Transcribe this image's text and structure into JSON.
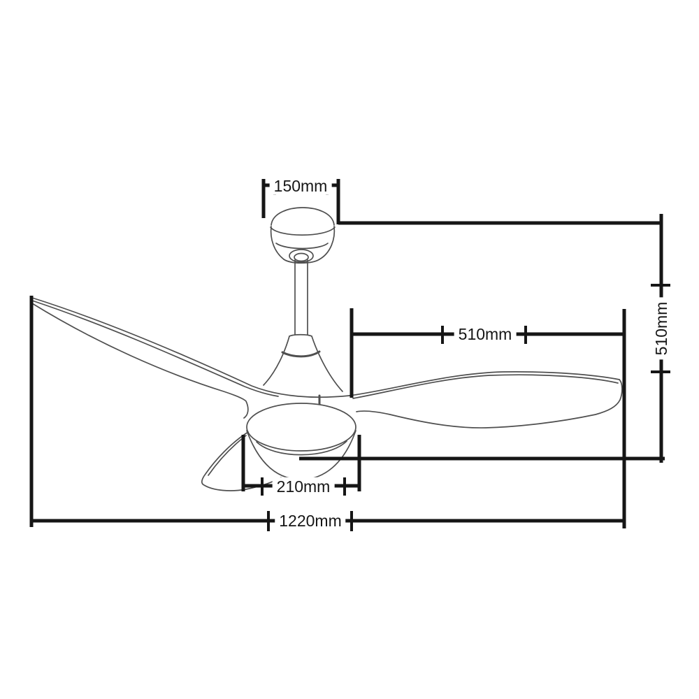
{
  "diagram": {
    "labels": {
      "canopy_width": "150mm",
      "blade_length": "510mm",
      "fan_height": "510mm",
      "light_diameter": "210mm",
      "overall_diameter": "1220mm"
    }
  },
  "colors": {
    "background": "#ffffff",
    "dimension_line": "#161616",
    "drawing_line": "#4f4f4f",
    "label_text": "#161616"
  }
}
